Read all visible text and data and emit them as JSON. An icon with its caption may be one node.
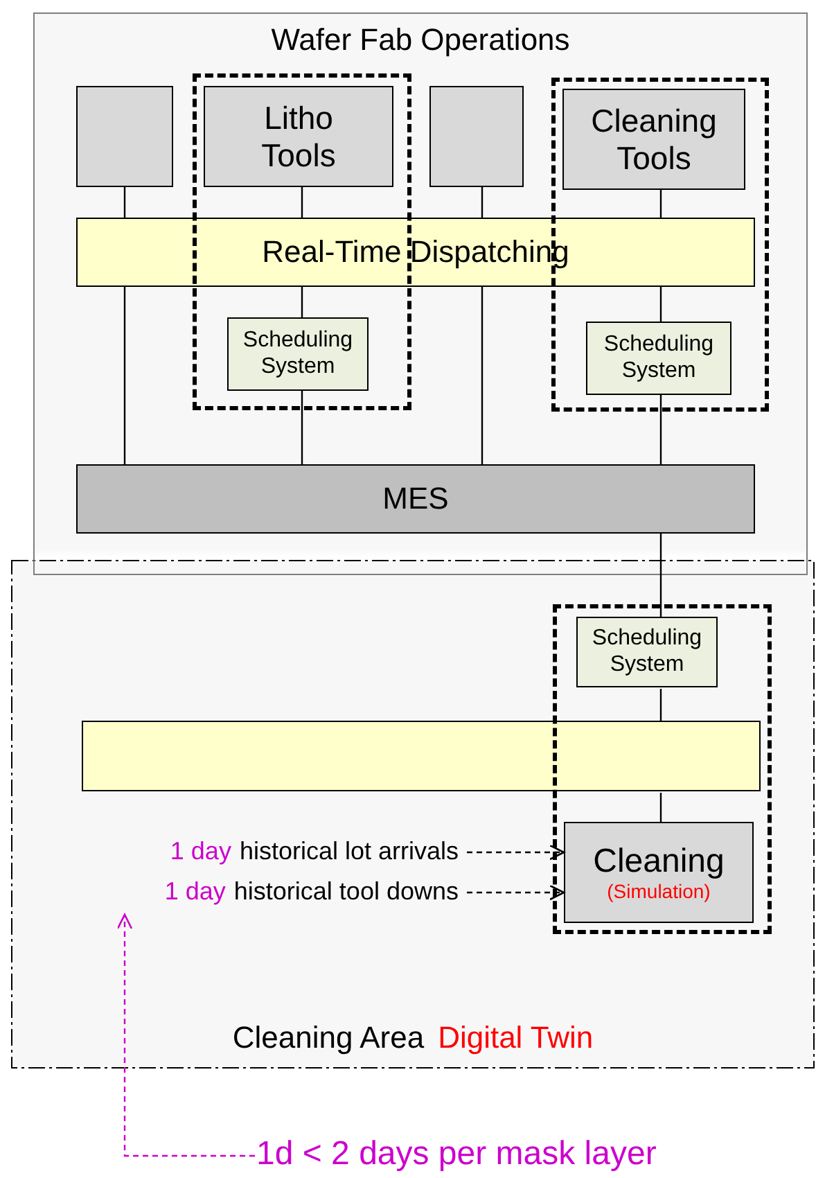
{
  "diagram": {
    "nodes": [
      {
        "text": [
          "Wafer Fab Operations"
        ]
      },
      {
        "text": [],
        "shape": "box",
        "in": 0
      },
      {
        "text": [],
        "shape": "box",
        "in": 0
      },
      {
        "text": [
          "Litho Tools"
        ],
        "in": 2
      },
      {
        "text": [],
        "shape": "box",
        "in": 0
      },
      {
        "text": [],
        "shape": "box",
        "in": 0
      },
      {
        "text": [
          "Cleaning Tools"
        ],
        "in": 5
      },
      {
        "text": [
          "Real-Time Dispatching"
        ],
        "in": 0
      },
      {
        "text": [
          "Scheduling System"
        ],
        "in": 2
      },
      {
        "text": [
          "Scheduling System"
        ],
        "in": 5
      },
      {
        "text": [
          "MES"
        ],
        "in": 0
      },
      {
        "text": [
          "Cleaning Area",
          "Digital Twin"
        ]
      },
      {
        "text": [],
        "shape": "box",
        "in": 11
      },
      {
        "text": [
          "Scheduling System"
        ],
        "in": 12
      },
      {
        "text": [],
        "shape": "box",
        "in": 11
      },
      {
        "text": [
          "Cleaning",
          "(Simulation)"
        ],
        "in": 12
      },
      {
        "text": [
          "1 day",
          "historical lot arrivals"
        ],
        "in": 11
      },
      {
        "text": [
          "1 day",
          "historical tool downs"
        ],
        "in": 11
      },
      {
        "text": [
          "1d < 2 days per mask layer"
        ]
      }
    ],
    "edges": [
      {
        "from": 1,
        "to": 7,
        "arrow": "none"
      },
      {
        "from": 7,
        "to": 10,
        "arrow": "none"
      },
      {
        "from": 3,
        "to": 7,
        "arrow": "none"
      },
      {
        "from": 7,
        "to": 8,
        "arrow": "none"
      },
      {
        "from": 8,
        "to": 10,
        "arrow": "none"
      },
      {
        "from": 4,
        "to": 7,
        "arrow": "none"
      },
      {
        "from": 7,
        "to": 10,
        "arrow": "none"
      },
      {
        "from": 6,
        "to": 7,
        "arrow": "none"
      },
      {
        "from": 7,
        "to": 9,
        "arrow": "none"
      },
      {
        "from": 9,
        "to": 10,
        "arrow": "none"
      },
      {
        "from": 10,
        "to": 13,
        "arrow": "none"
      },
      {
        "from": 13,
        "to": 14,
        "arrow": "none"
      },
      {
        "from": 14,
        "to": 15,
        "arrow": "none"
      },
      {
        "from": 16,
        "to": 15,
        "arrow": "to",
        "style": "dashed"
      },
      {
        "from": 17,
        "to": 15,
        "arrow": "to",
        "style": "dashed"
      },
      {
        "from": 18,
        "to": 17,
        "arrow": "to",
        "style": "dashed",
        "color": "#cc00cc"
      }
    ]
  }
}
